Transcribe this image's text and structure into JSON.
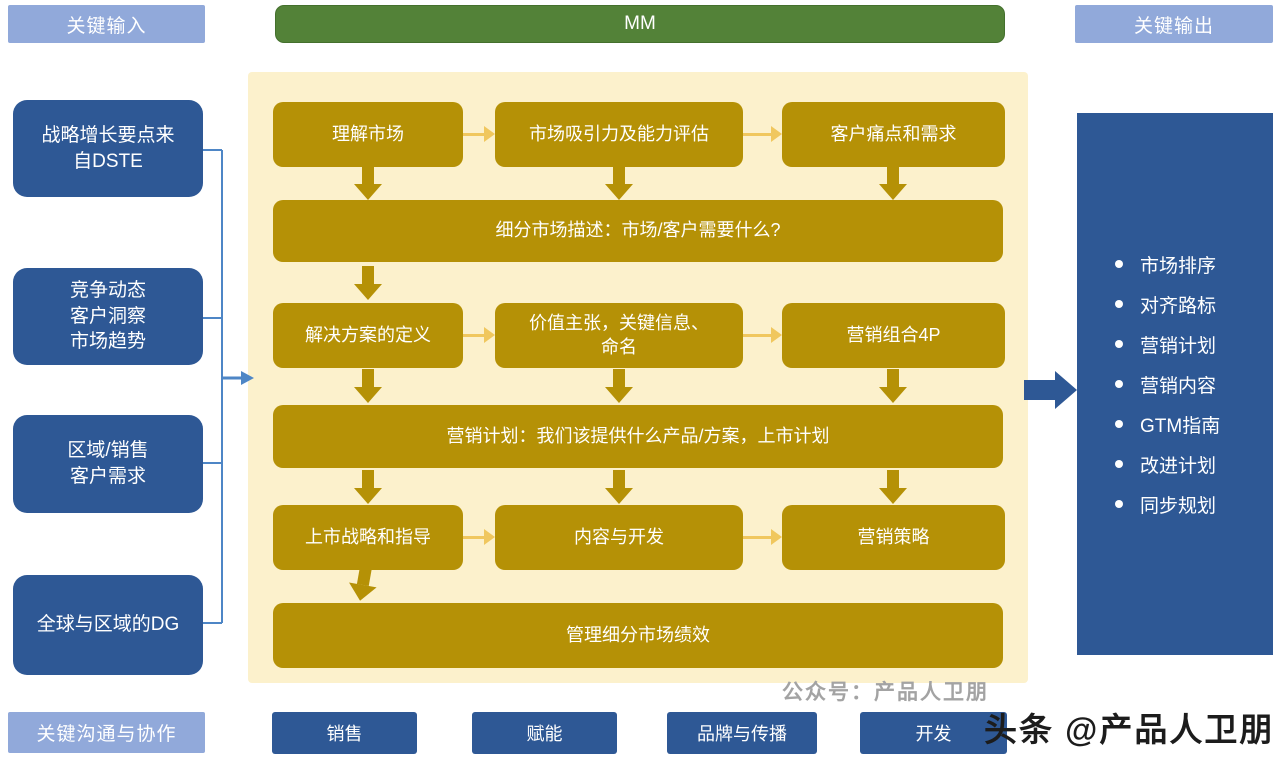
{
  "headers": {
    "left_top": "关键输入",
    "center": "MM",
    "right_top": "关键输出",
    "left_bottom": "关键沟通与协作"
  },
  "inputs": [
    "战略增长要点来\n自DSTE",
    "竞争动态\n客户洞察\n市场趋势",
    "区域/销售\n客户需求",
    "全球与区域的DG"
  ],
  "process": {
    "row1": [
      "理解市场",
      "市场吸引力及能力评估",
      "客户痛点和需求"
    ],
    "row2": "细分市场描述：市场/客户需要什么?",
    "row3": [
      "解决方案的定义",
      "价值主张，关键信息、\n命名",
      "营销组合4P"
    ],
    "row4": "营销计划：我们该提供什么产品/方案，上市计划",
    "row5": [
      "上市战略和指导",
      "内容与开发",
      "营销策略"
    ],
    "row6": "管理细分市场绩效"
  },
  "outputs": {
    "items": [
      "市场排序",
      "对齐路标",
      "营销计划",
      "营销内容",
      "GTM指南",
      "改进计划",
      "同步规划"
    ]
  },
  "collaboration": [
    "销售",
    "赋能",
    "品牌与传播",
    "开发"
  ],
  "watermarks": {
    "wechat": "公众号：产品人卫朋",
    "toutiao": "头条 @产品人卫朋"
  },
  "colors": {
    "header_light_blue": "#91A9DA",
    "dark_blue": "#2E5895",
    "green": "#538238",
    "panel_cream": "#FCF1CC",
    "gold": "#B59106",
    "gold_arrow_light": "#F0C75E",
    "connector_blue": "#4E86C6",
    "watermark_gray": "#A3A3A3",
    "watermark_black": "#1C1C1C"
  }
}
